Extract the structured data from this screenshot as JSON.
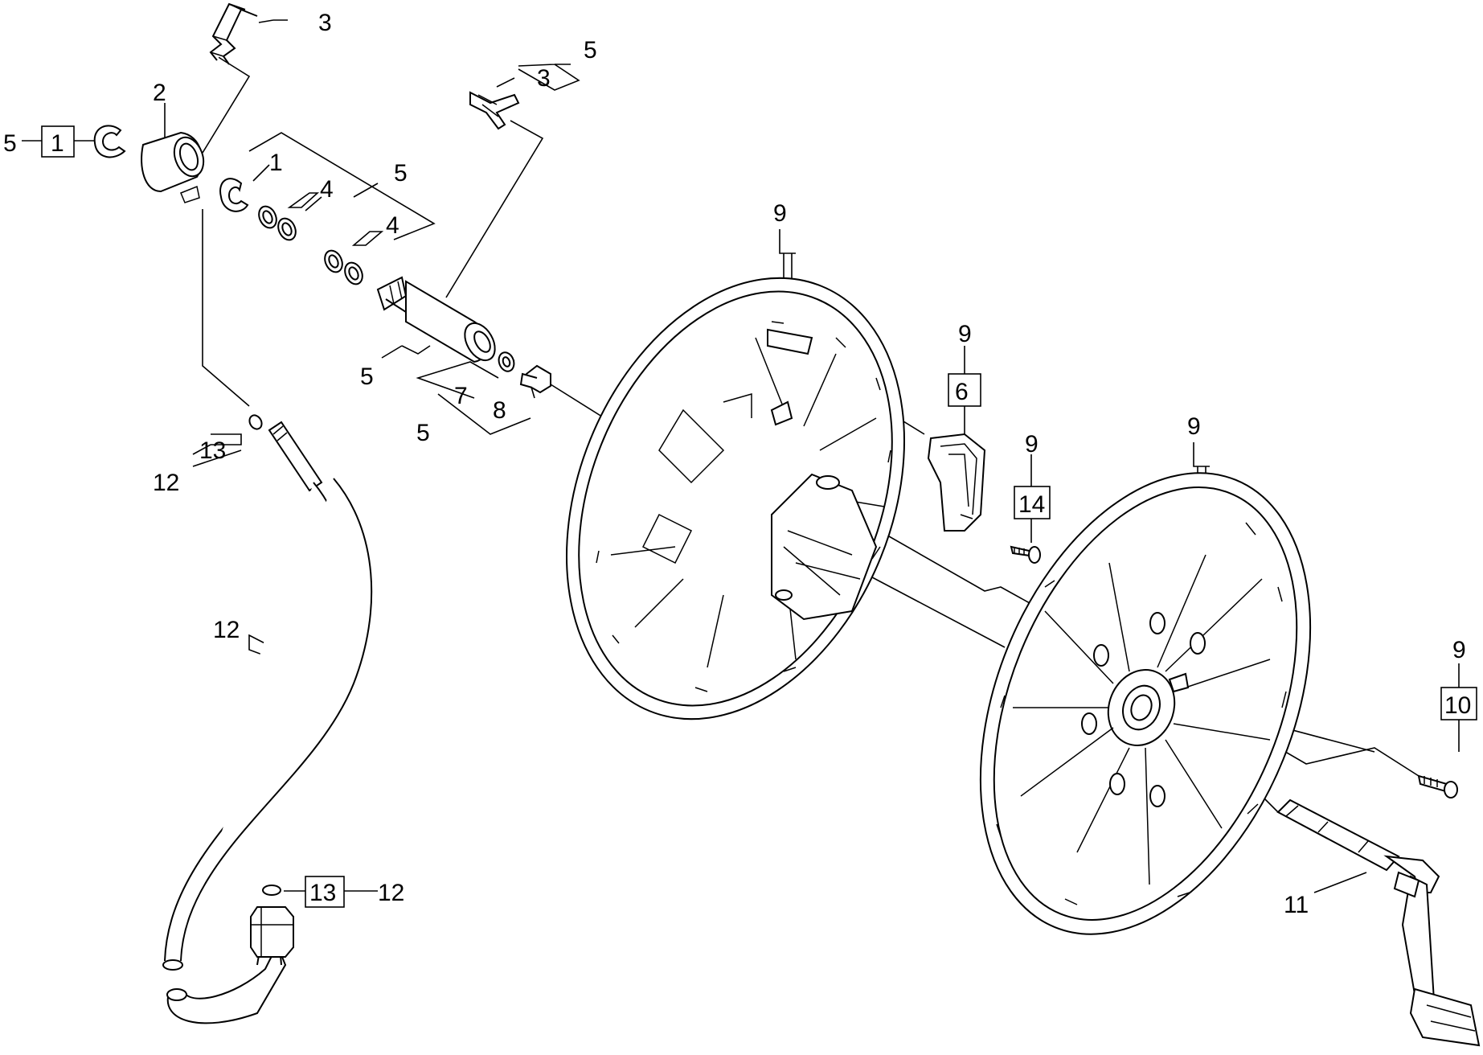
{
  "diagram": {
    "callouts": {
      "c_3_top": "3",
      "c_2": "2",
      "c_5_left": "5",
      "c_1_box": "1",
      "c_1": "1",
      "c_5_mid": "5",
      "c_4_a": "4",
      "c_4_b": "4",
      "c_5_upper": "5",
      "c_3_upper": "3",
      "c_5_lower": "5",
      "c_7": "7",
      "c_8": "8",
      "c_5_bottom": "5",
      "c_13_a": "13",
      "c_12_a": "12",
      "c_12_b": "12",
      "c_13_b": "13",
      "c_12_c": "12",
      "c_9_a": "9",
      "c_9_b": "9",
      "c_6": "6",
      "c_9_c": "9",
      "c_14": "14",
      "c_9_d": "9",
      "c_9_e": "9",
      "c_10": "10",
      "c_11": "11"
    }
  }
}
